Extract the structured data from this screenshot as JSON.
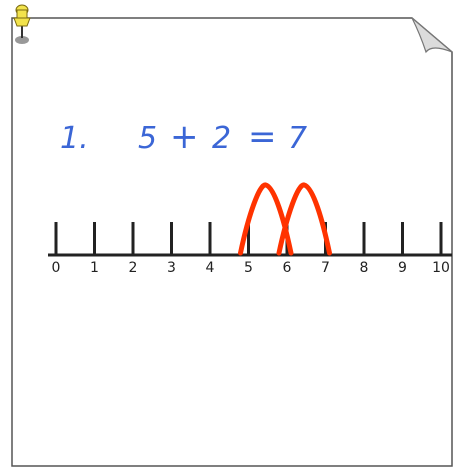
{
  "problem": {
    "number": "1.",
    "a": "5",
    "plus": "+",
    "b": "2",
    "equals": "=",
    "result": "7"
  },
  "number_line": {
    "labels": [
      "0",
      "1",
      "2",
      "3",
      "4",
      "5",
      "6",
      "7",
      "8",
      "9",
      "10"
    ],
    "jumps": [
      {
        "from": 5,
        "to": 6
      },
      {
        "from": 6,
        "to": 7
      }
    ]
  },
  "colors": {
    "equation": "#3b66d6",
    "jump_arrows": "#ff3300",
    "axis": "#222222",
    "pin_head": "#f2e34c",
    "page_border": "#555555"
  },
  "icons": {
    "pin": "push-pin-icon",
    "corner": "page-curl-icon"
  }
}
